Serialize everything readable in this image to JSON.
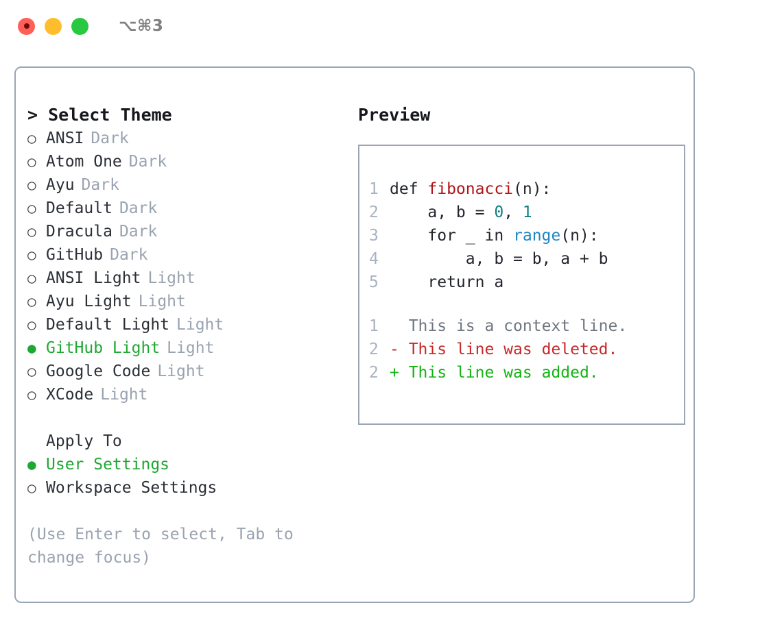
{
  "titlebar": {
    "shortcut": "⌥⌘3",
    "buttons": {
      "close": "close",
      "minimize": "minimize",
      "maximize": "maximize"
    }
  },
  "theme_picker": {
    "header": "> Select Theme",
    "marker_selected": "●",
    "marker_unselected": "○",
    "items": [
      {
        "name": "ANSI",
        "category": "Dark",
        "selected": false
      },
      {
        "name": "Atom One",
        "category": "Dark",
        "selected": false
      },
      {
        "name": "Ayu",
        "category": "Dark",
        "selected": false
      },
      {
        "name": "Default",
        "category": "Dark",
        "selected": false
      },
      {
        "name": "Dracula",
        "category": "Dark",
        "selected": false
      },
      {
        "name": "GitHub",
        "category": "Dark",
        "selected": false
      },
      {
        "name": "ANSI Light",
        "category": "Light",
        "selected": false
      },
      {
        "name": "Ayu Light",
        "category": "Light",
        "selected": false
      },
      {
        "name": "Default Light",
        "category": "Light",
        "selected": false
      },
      {
        "name": "GitHub Light",
        "category": "Light",
        "selected": true
      },
      {
        "name": "Google Code",
        "category": "Light",
        "selected": false
      },
      {
        "name": "XCode",
        "category": "Light",
        "selected": false
      }
    ]
  },
  "apply_to": {
    "header": "Apply To",
    "items": [
      {
        "name": "User Settings",
        "selected": true
      },
      {
        "name": "Workspace Settings",
        "selected": false
      }
    ]
  },
  "hint": "(Use Enter to select, Tab to change focus)",
  "preview": {
    "title": "Preview",
    "code_lines": [
      {
        "lineno": "1",
        "tokens": [
          {
            "text": "def ",
            "type": "kw"
          },
          {
            "text": "fibonacci",
            "type": "func"
          },
          {
            "text": "(n):",
            "type": "plain"
          }
        ]
      },
      {
        "lineno": "2",
        "tokens": [
          {
            "text": "    a, b = ",
            "type": "plain"
          },
          {
            "text": "0",
            "type": "num"
          },
          {
            "text": ", ",
            "type": "plain"
          },
          {
            "text": "1",
            "type": "num"
          }
        ]
      },
      {
        "lineno": "3",
        "tokens": [
          {
            "text": "    for _ in ",
            "type": "kw"
          },
          {
            "text": "range",
            "type": "builtin"
          },
          {
            "text": "(n):",
            "type": "plain"
          }
        ]
      },
      {
        "lineno": "4",
        "tokens": [
          {
            "text": "        a, b = b, a + b",
            "type": "plain"
          }
        ]
      },
      {
        "lineno": "5",
        "tokens": [
          {
            "text": "    return a",
            "type": "kw"
          }
        ]
      }
    ],
    "diff_lines": [
      {
        "lineno": "1",
        "marker": " ",
        "text": " This is a context line.",
        "kind": "context"
      },
      {
        "lineno": "2",
        "marker": "-",
        "text": " This line was deleted.",
        "kind": "deleted"
      },
      {
        "lineno": "2",
        "marker": "+",
        "text": " This line was added.",
        "kind": "added"
      }
    ]
  },
  "colors": {
    "selected_green": "#1ea832",
    "diff_add_green": "#13b313",
    "diff_del_red": "#c62828",
    "func_red": "#b01419",
    "number_teal": "#0f8080",
    "builtin_blue": "#1f86c4",
    "border_slate": "#9aa6b6",
    "muted_text": "#9aa3b0",
    "lineno_gray": "#a8b2c0"
  }
}
